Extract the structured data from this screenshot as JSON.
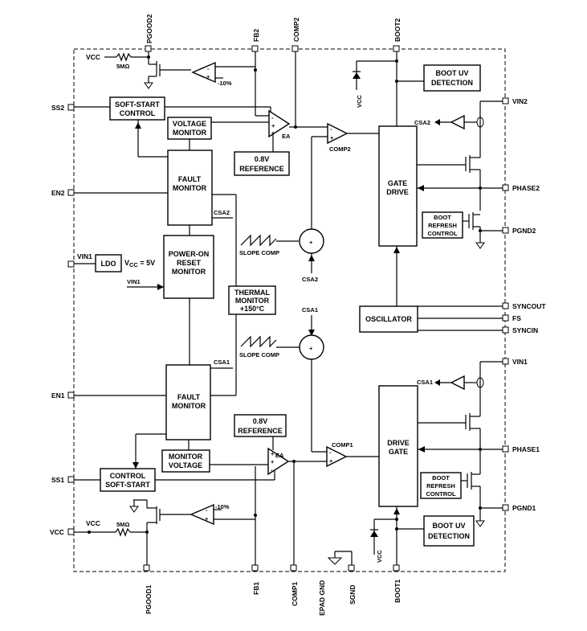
{
  "blocks": {
    "soft_start_top": [
      "SOFT-START",
      "CONTROL"
    ],
    "voltage_monitor_top": [
      "VOLTAGE",
      "MONITOR"
    ],
    "fault_monitor_top": [
      "FAULT",
      "MONITOR"
    ],
    "ref_top": [
      "0.8V",
      "REFERENCE"
    ],
    "ldo": "LDO",
    "por": [
      "POWER-ON",
      "RESET",
      "MONITOR"
    ],
    "thermal": [
      "THERMAL",
      "MONITOR",
      "+150°C"
    ],
    "fault_monitor_bot": [
      "FAULT",
      "MONITOR"
    ],
    "ref_bot": [
      "0.8V",
      "REFERENCE"
    ],
    "monitor_voltage_bot": [
      "MONITOR",
      "VOLTAGE"
    ],
    "control_softstart_bot": [
      "CONTROL",
      "SOFT-START"
    ],
    "gate_drive_top": [
      "GATE",
      "DRIVE"
    ],
    "boot_refresh_top": [
      "BOOT",
      "REFRESH",
      "CONTROL"
    ],
    "boot_uv_top": [
      "BOOT UV",
      "DETECTION"
    ],
    "oscillator": "OSCILLATOR",
    "drive_gate_bot": [
      "DRIVE",
      "GATE"
    ],
    "boot_refresh_bot": [
      "BOOT",
      "REFRESH",
      "CONTROL"
    ],
    "boot_uv_bot": [
      "BOOT UV",
      "DETECTION"
    ]
  },
  "pins": {
    "pgood2": "PGOOD2",
    "fb2": "FB2",
    "comp2": "COMP2",
    "boot2": "BOOT2",
    "ss2": "SS2",
    "en2": "EN2",
    "vin1": "VIN1",
    "en1": "EN1",
    "ss1": "SS1",
    "vcc": "VCC",
    "vin2": "VIN2",
    "phase2": "PHASE2",
    "pgnd2": "PGND2",
    "syncout": "SYNCOUT",
    "fs": "FS",
    "syncin": "SYNCIN",
    "vin1_r": "VIN1",
    "phase1": "PHASE1",
    "pgnd1": "PGND1",
    "pgood1": "PGOOD1",
    "fb1": "FB1",
    "comp1": "COMP1",
    "epad_gnd": "EPAD GND",
    "sgnd": "SGND",
    "boot1": "BOOT1"
  },
  "labels": {
    "vcc_top": "VCC",
    "res_top": "5MΩ",
    "minus10_top": "-10%",
    "ea_top": "EA",
    "comp2_amp": "COMP2",
    "csa2_flag": "CSA2",
    "csa2_fm": "CSA2",
    "csa2_sum": "CSA2",
    "slope_top": "SLOPE COMP",
    "plus": "+",
    "vcc_ldo_pre": "V",
    "vcc_ldo_sub": "CC",
    "vcc_ldo_post": " = 5V",
    "vin1_left2": "VIN1",
    "csa1_sum": "CSA1",
    "slope_bot": "SLOPE COMP",
    "csa1_fm": "CSA1",
    "csa1_flag": "CSA1",
    "ea_bot": "EA",
    "comp1_amp": "COMP1",
    "vcc_bot": "VCC",
    "res_bot": "5MΩ",
    "minus10_bot": "-10%",
    "vcc_diode_top": "VCC",
    "vcc_diode_bot": "VCC",
    "minus": "-"
  }
}
